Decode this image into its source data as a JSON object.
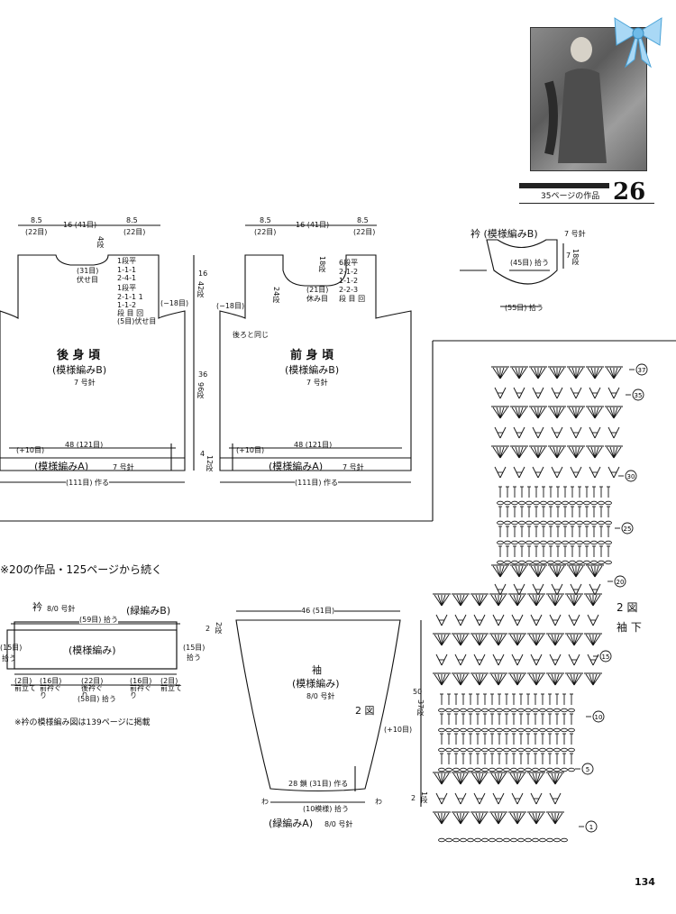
{
  "header": {
    "work_number": "26",
    "work_page_ref": "35ページの作品"
  },
  "back": {
    "title": "後 身 頃",
    "pattern": "(模様編みB)",
    "needle": "7 号針",
    "top_dims": [
      "8.5",
      "16 (41目)",
      "8.5"
    ],
    "top_dims2": [
      "(22目)",
      "(22目)"
    ],
    "neck_rows": "4段",
    "neck_center": "(31目)",
    "neck_center_2": "伏せ目",
    "shaping": [
      "1段平",
      "1-1-1",
      "2-4-1",
      "1段平",
      "2-1-1 1",
      "1-1-2",
      "段 目 回"
    ],
    "shaping_bind": "(5目)伏せ目",
    "side": "(−18目)",
    "height_top": "16",
    "height_top_rows": "42段",
    "height_mid": "36",
    "height_mid_rows": "96段",
    "height_bot": "4",
    "height_bot_rows": "12段",
    "width": "48 (121目)",
    "plus": "(+10目)",
    "band": "(模様編みA)",
    "band_needle": "7 号針",
    "cast_on": "(111目) 作る"
  },
  "front": {
    "title": "前 身 頃",
    "pattern": "(模様編みB)",
    "needle": "7 号針",
    "top_dims": [
      "8.5",
      "16 (41目)",
      "8.5"
    ],
    "top_dims2": [
      "(22目)",
      "(22目)"
    ],
    "neck_rows": "18段",
    "neck_center": "(21目)",
    "neck_center_2": "休み目",
    "shaping": [
      "6段平",
      "2-1-2",
      "1-1-2",
      "2-2-3",
      "段 目 回"
    ],
    "side": "(−18目)",
    "same_as_back": "後ろと同じ",
    "armhole_rows": "24段",
    "width": "48 (121目)",
    "plus": "(+10目)",
    "band": "(模様編みA)",
    "band_needle": "7 号針",
    "cast_on": "(111目) 作る"
  },
  "collar": {
    "title": "衿 (模様編みB)",
    "needle": "7 号針",
    "inner": "(45目) 拾う",
    "outer": "(55目) 拾う",
    "height": "7",
    "height_rows": "18段"
  },
  "section2": {
    "heading": "※20の作品・125ページから続く",
    "collar_title": "衿",
    "collar_needle": "8/0 号針",
    "collar_pick": "(59目) 拾う",
    "collar_pattern_b": "(緑編みB)",
    "collar_pattern": "(模様編み)",
    "left_side": "(15目)",
    "left_side_2": "拾う",
    "right_side": "(15目)",
    "right_side_2": "拾う",
    "height_rows": "2段",
    "height_cm": "2",
    "bottom_labels": [
      "(2目) 前立て",
      "(16目) 前衿ぐり",
      "(22目) 後衿ぐり",
      "(16目) 前衿ぐり",
      "(2目) 前立て"
    ],
    "bottom_total": "(58目) 拾う",
    "note": "※衿の模様編み図は139ページに掲載",
    "sleeve_title": "袖",
    "sleeve_pattern": "(模様編み)",
    "sleeve_needle": "8/0 号針",
    "sleeve_fig": "2 図",
    "sleeve_top": "46 (51目)",
    "sleeve_height": "50",
    "sleeve_rows": "37段",
    "sleeve_plus": "(+10目)",
    "sleeve_bottom": "28 鎖 (31目) 作る",
    "sleeve_pick": "(10模様) 拾う",
    "sleeve_band": "(緑編みA)",
    "sleeve_band_needle": "8/0 号針",
    "band_h": "2",
    "band_rows": "1段",
    "wa": "わ"
  },
  "stitch_chart": {
    "fig_label": "2 図",
    "fig_sub": "袖 下",
    "row_numbers": [
      "37",
      "35",
      "30",
      "25",
      "20",
      "15",
      "10",
      "5",
      "1"
    ]
  },
  "footer": {
    "page_number": "134"
  }
}
